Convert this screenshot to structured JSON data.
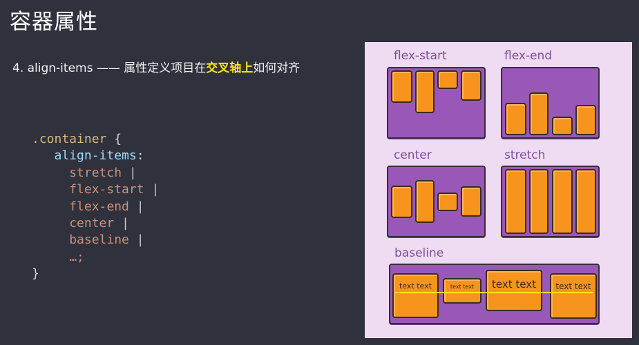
{
  "slide": {
    "title": "容器属性",
    "subtitle": {
      "prefix": "4. align-items —— 属性定义项目在",
      "highlight": "交叉轴上",
      "suffix": "如何对齐",
      "highlight_color": "#ffe51a"
    }
  },
  "code": {
    "selector": ".container",
    "open_brace": "{",
    "property": "align-items",
    "colon": ":",
    "values": [
      "stretch",
      "flex-start",
      "flex-end",
      "center",
      "baseline",
      "…;"
    ],
    "separator": "|",
    "close_brace": "}"
  },
  "illustration": {
    "demos": [
      {
        "label": "flex-start"
      },
      {
        "label": "flex-end"
      },
      {
        "label": "center"
      },
      {
        "label": "stretch"
      },
      {
        "label": "baseline",
        "item_texts": [
          "text text",
          "text text",
          "text text",
          "text text"
        ]
      }
    ],
    "colors": {
      "panel_bg": "#efdcf2",
      "container": "#9958b8",
      "item": "#f7941d",
      "baseline": "#ffe51a"
    }
  }
}
